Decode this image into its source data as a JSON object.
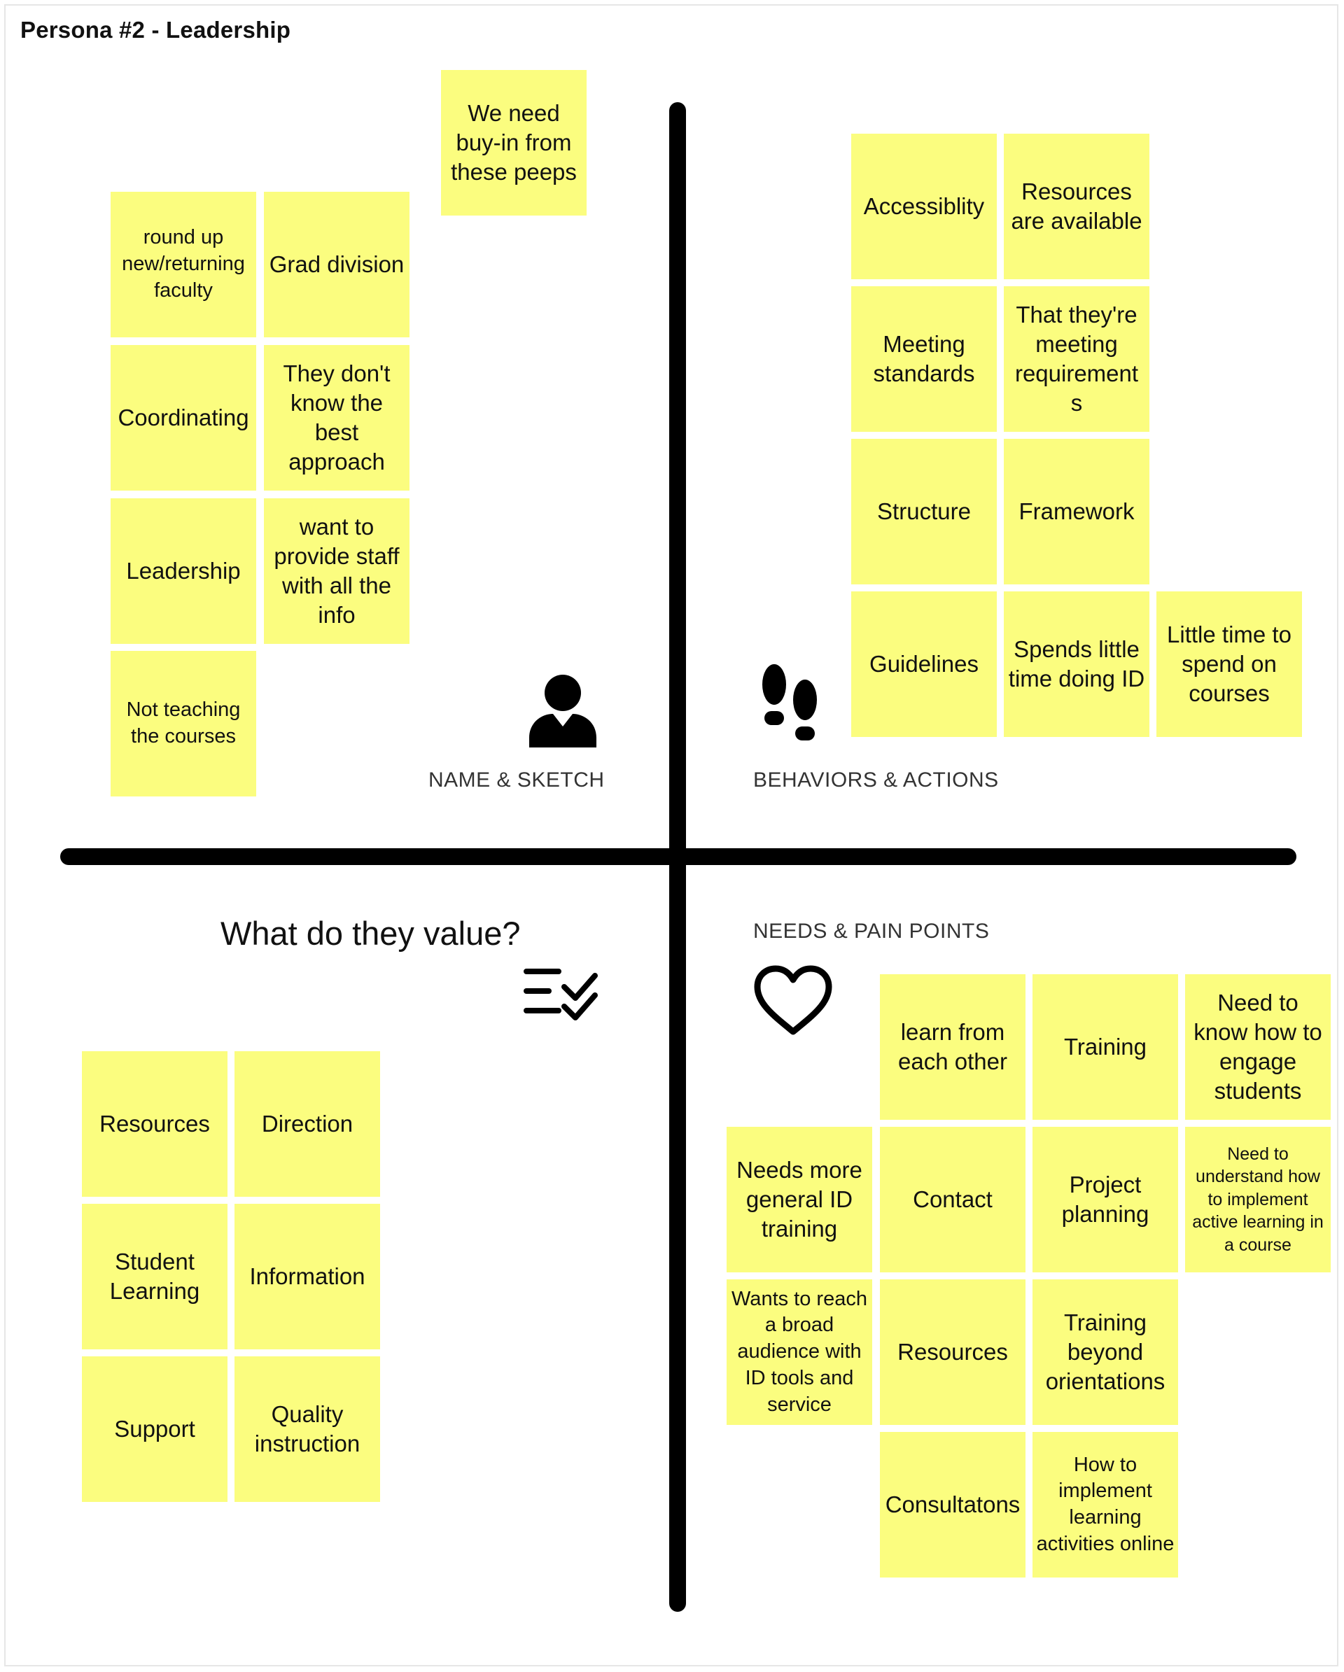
{
  "title": "Persona #2 - Leadership",
  "quadrants": {
    "name_sketch": {
      "label": "NAME & SKETCH",
      "icon": "person-icon",
      "notes": [
        "We need buy-in from these peeps",
        "round up new/returning faculty",
        "Grad division",
        "Coordinating",
        "They don't know the best approach",
        "Leadership",
        "want to provide staff with all the info",
        "Not teaching the courses"
      ]
    },
    "behaviors_actions": {
      "label": "BEHAVIORS & ACTIONS",
      "icon": "footprints-icon",
      "notes": [
        "Accessiblity",
        "Resources are available",
        "Meeting standards",
        "That they're meeting requirement s",
        "Structure",
        "Framework",
        "Guidelines",
        "Spends little time doing ID",
        "Little time to spend on courses"
      ]
    },
    "values": {
      "label": "What do they value?",
      "icon": "checklist-icon",
      "notes": [
        "Resources",
        "Direction",
        "Student Learning",
        "Information",
        "Support",
        "Quality instruction"
      ]
    },
    "needs_pain_points": {
      "label": "NEEDS & PAIN POINTS",
      "icon": "heart-icon",
      "notes": [
        "learn from each other",
        "Training",
        "Need to know how to engage students",
        "Needs more general ID training",
        "Contact",
        "Project planning",
        "Need to understand how to implement active learning in a course",
        "Wants to reach a broad audience with ID tools and service",
        "Resources",
        "Training beyond orientations",
        "Consultatons",
        "How to implement learning activities online"
      ]
    }
  },
  "colors": {
    "sticky": "#fbfd7f",
    "axis": "#000000",
    "border": "#e6e6e6"
  }
}
